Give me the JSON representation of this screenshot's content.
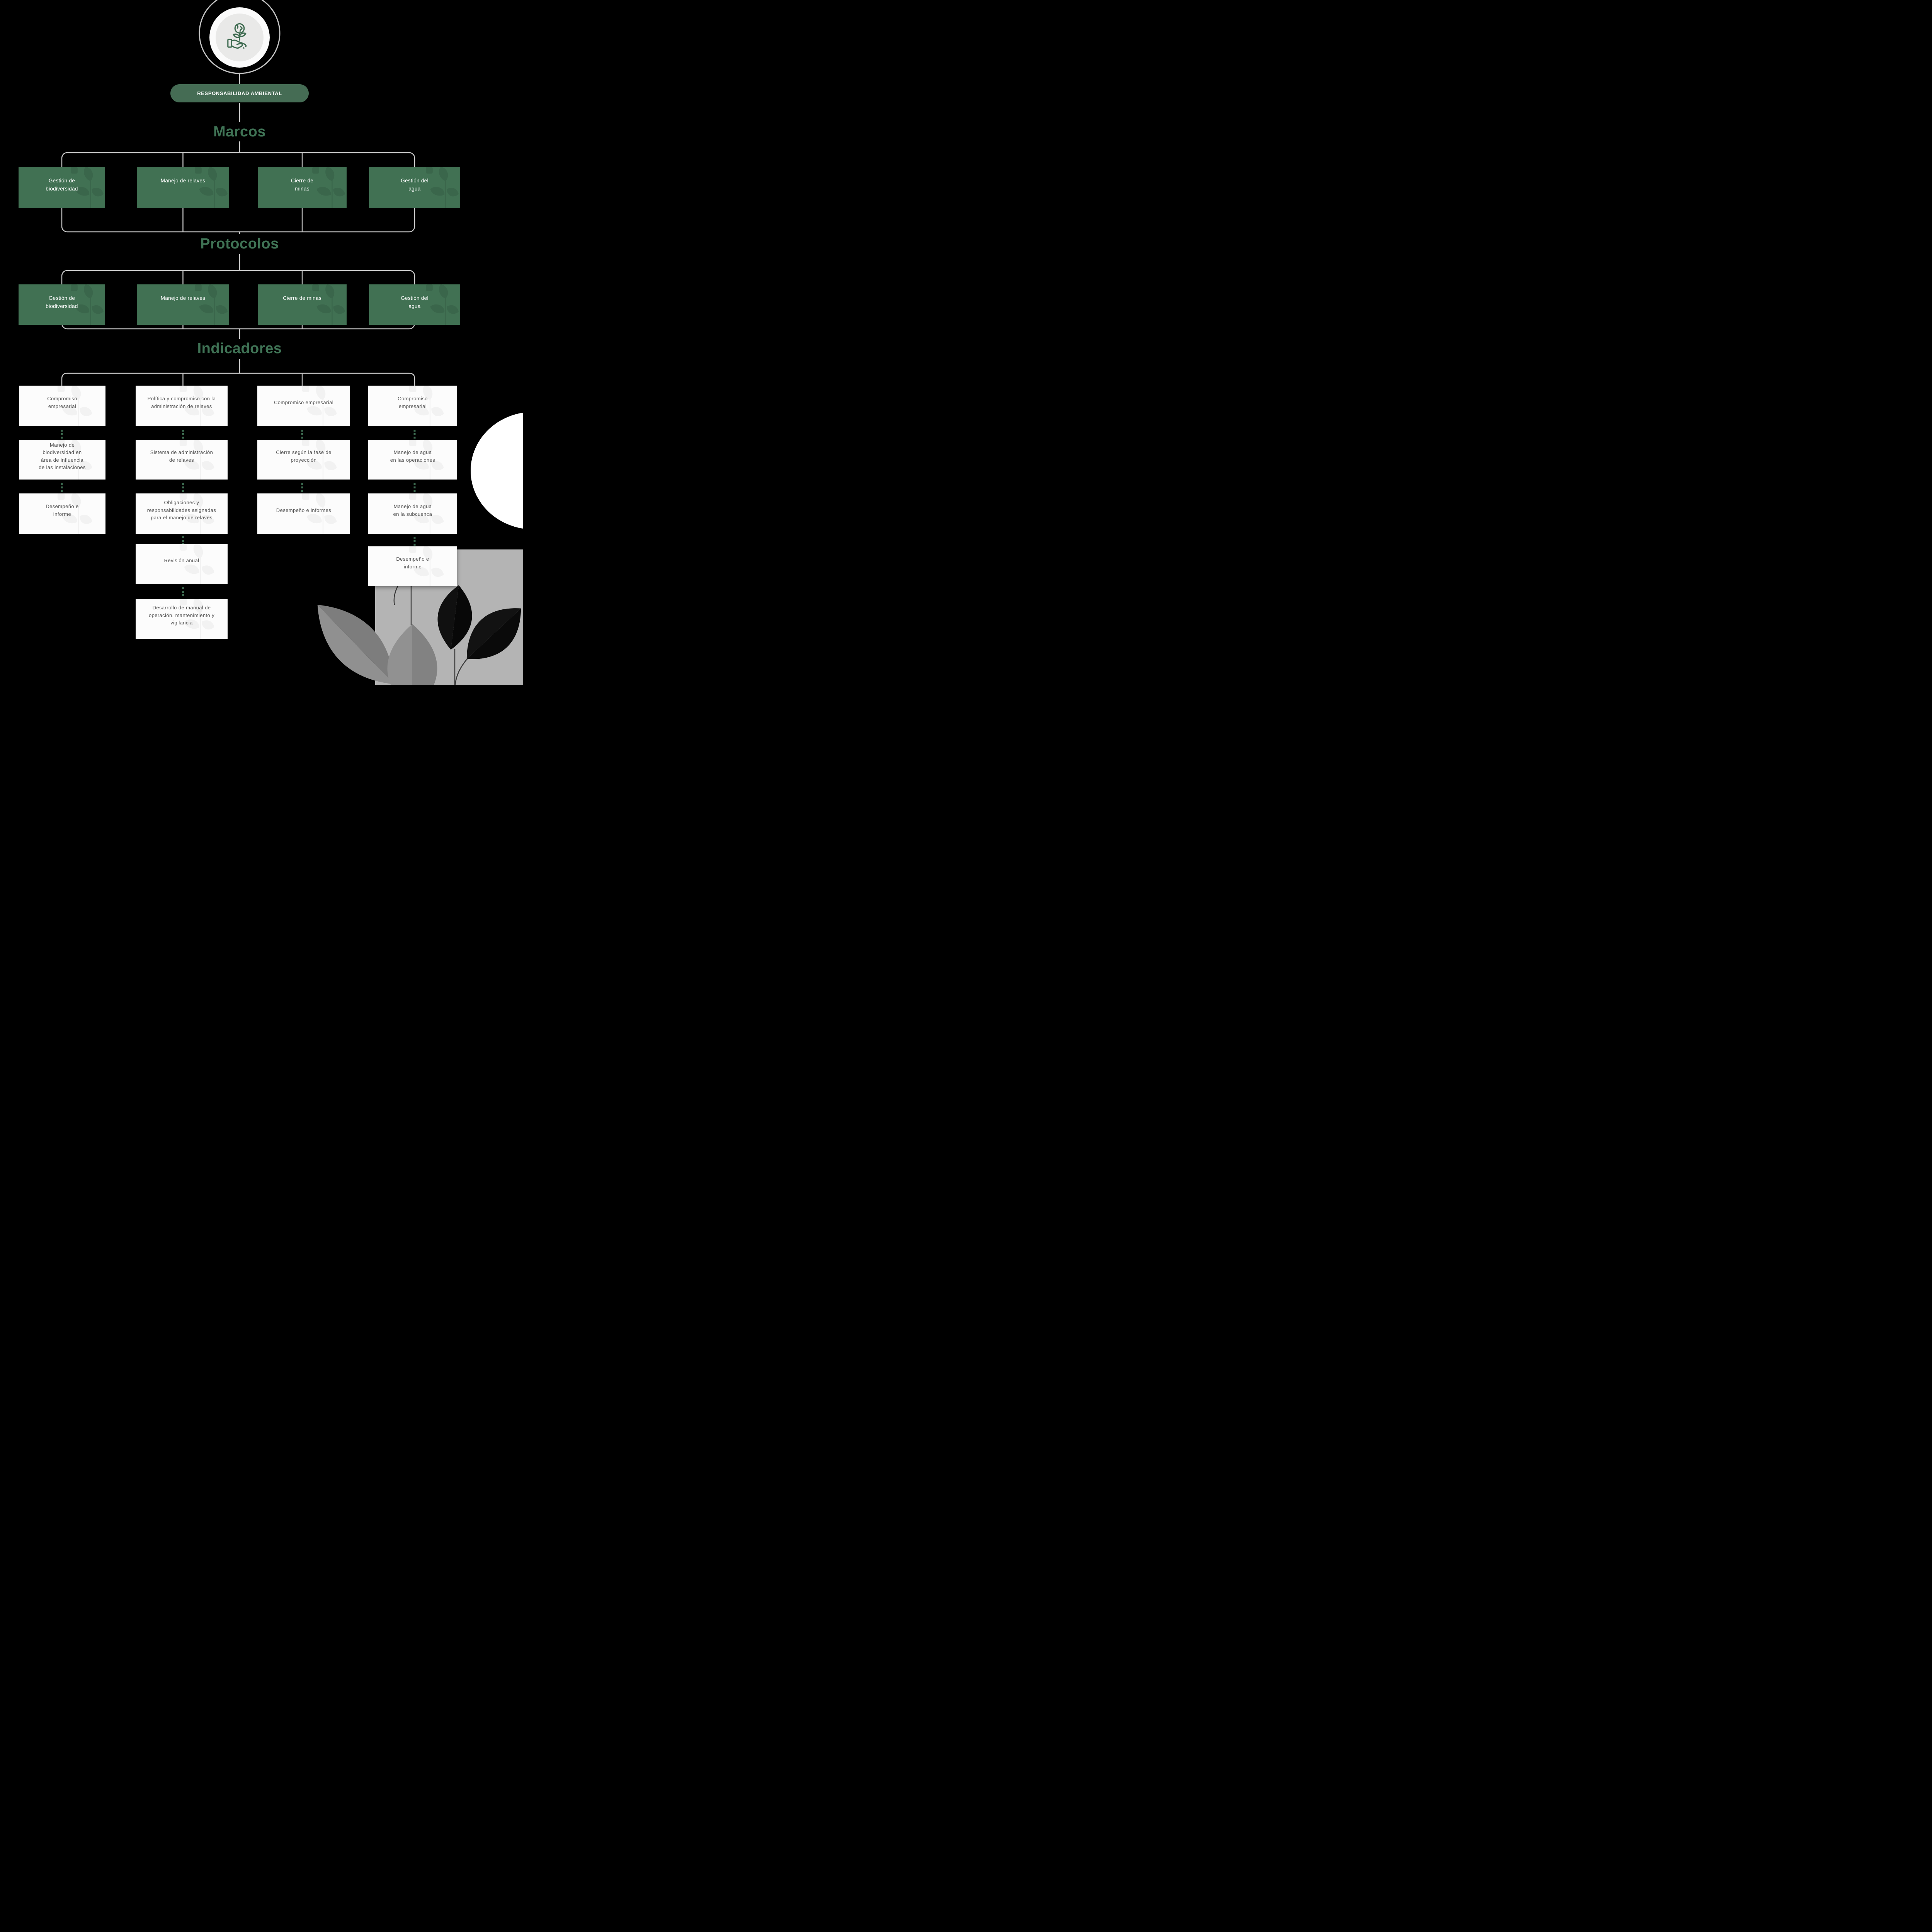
{
  "logo": {
    "icon": "plant-in-hand-icon"
  },
  "root_label": "RESPONSABILIDAD AMBIENTAL",
  "sections": {
    "marcos": {
      "heading": "Marcos",
      "boxes": [
        "Gestión de\nbiodiversidad",
        "Manejo de relaves",
        "Cierre de\nminas",
        "Gestión del\nagua"
      ]
    },
    "protocolos": {
      "heading": "Protocolos",
      "boxes": [
        "Gestión de\nbiodiversidad",
        "Manejo de relaves",
        "Cierre de minas",
        "Gestión del\nagua"
      ]
    },
    "indicadores": {
      "heading": "Indicadores",
      "columns": {
        "biodiversidad": [
          "Compromiso\nempresarial",
          "Manejo de\nbiodiversidad en\nárea de influencia\nde las instalaciones",
          "Desempeño e\ninforme"
        ],
        "relaves": [
          "Política y compromiso con la\nadministración de relaves",
          "Sistema de administración\nde relaves",
          "Obligaciones y\nresponsabilidades asignadas\npara el manejo de relaves",
          "Revisión anual",
          "Desarrollo de manual de\noperación. mantenimiento y\nvigilancia"
        ],
        "cierre": [
          "Compromiso empresarial",
          "Cierre según la fase de\nproyección",
          "Desempeño e informes"
        ],
        "agua": [
          "Compromiso\nempresarial",
          "Manejo de agua\nen las operaciones",
          "Manejo de agua\nen la subcuenca",
          "Desempeño e\ninforme"
        ]
      }
    }
  },
  "colors": {
    "background": "#000000",
    "node_green": "#417153",
    "pill_green": "#456c54",
    "heading_green": "#3f7355",
    "dot_green": "#3c6a4f",
    "connector_gray": "#c8c8c8",
    "card_bg": "#fcfcfc",
    "card_text": "#525252",
    "decor_gray": "#b4b4b4",
    "decor_leaf_gray": "#8e8e8e",
    "decor_leaf_black": "#0d0d0d"
  }
}
